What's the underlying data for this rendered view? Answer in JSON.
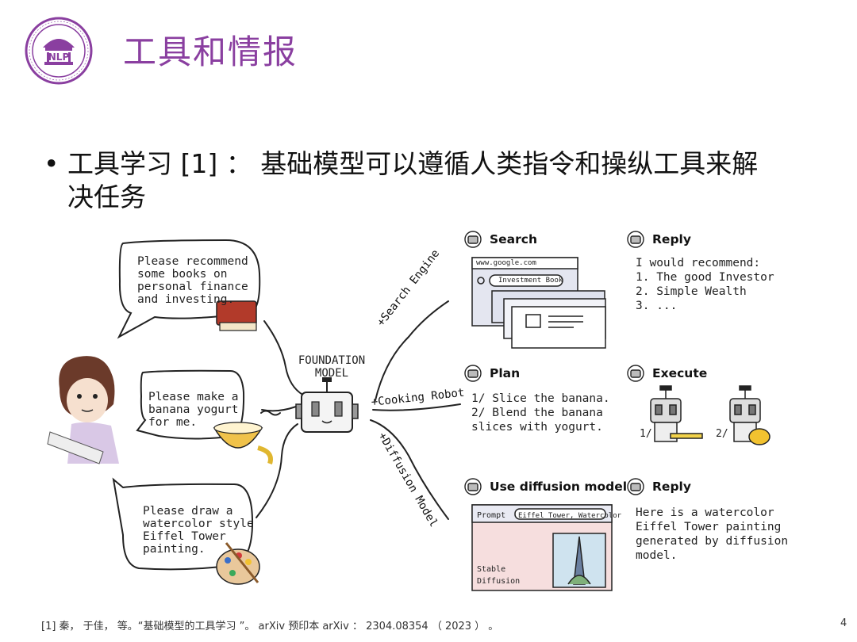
{
  "slide": {
    "title": "工具和情报",
    "bullet_line1": "工具学习 [1] ： 基础模型可以遵循人类指令和操纵工具来解",
    "bullet_line2": "决任务",
    "footer": "[1] 秦， 于佳， 等。“基础模型的工具学习 ”。 arXiv 预印本 arXiv ： 2304.08354 （ 2023 ） 。",
    "page_number": "4",
    "logo_text": "NLP"
  },
  "diagram": {
    "center_label_1": "FOUNDATION",
    "center_label_2": "MODEL",
    "requests": [
      {
        "lines": [
          "Please recommend",
          "some books on",
          "personal finance",
          "and investing."
        ]
      },
      {
        "lines": [
          "Please make a",
          "banana yogurt",
          "for me."
        ]
      },
      {
        "lines": [
          "Please draw a",
          "watercolor style",
          "Eiffel Tower",
          "painting."
        ]
      }
    ],
    "edges": {
      "search": "+Search Engine",
      "cooking": "+Cooking Robot",
      "diffusion": "+Diffusion Model"
    },
    "search": {
      "title": "Search",
      "url": "www.google.com",
      "query": "Investment Book"
    },
    "reply1": {
      "title": "Reply",
      "lines": [
        "I would recommend:",
        "1. The good Investor",
        "2. Simple Wealth",
        "3. ..."
      ]
    },
    "plan": {
      "title": "Plan",
      "lines": [
        "1/  Slice the banana.",
        "2/  Blend the banana",
        "slices with yogurt."
      ]
    },
    "execute": {
      "title": "Execute",
      "step1": "1/",
      "step2": "2/"
    },
    "diffusion": {
      "title": "Use diffusion model",
      "prompt_label": "Prompt",
      "prompt_value": "Eiffel Tower, Watercolor",
      "engine_line1": "Stable",
      "engine_line2": "Diffusion"
    },
    "reply2": {
      "title": "Reply",
      "lines": [
        "Here is a watercolor",
        "Eiffel Tower painting",
        "generated by diffusion",
        "model."
      ]
    }
  }
}
